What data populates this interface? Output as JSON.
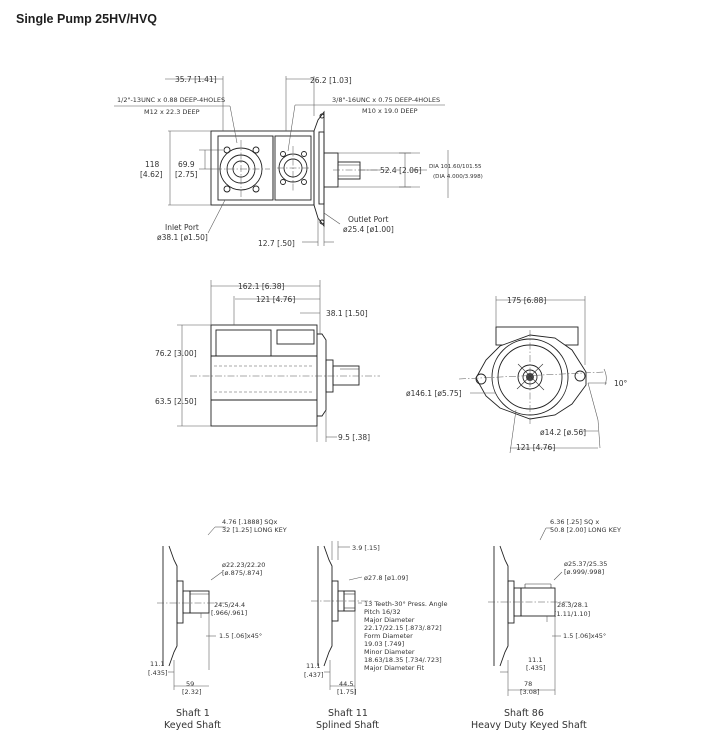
{
  "page": {
    "title": "Single Pump 25HV/HVQ"
  },
  "top_view": {
    "dim_left_top": "35.7 [1.41]",
    "dim_right_top": "26.2 [1.03]",
    "inlet_thread_1": "1/2\"-13UNC x 0.88 DEEP-4HOLES",
    "inlet_thread_2": "M12 x 22.3 DEEP",
    "outlet_thread_1": "3/8\"-16UNC x 0.75 DEEP-4HOLES",
    "outlet_thread_2": "M10 x 19.0 DEEP",
    "height_mm": "118",
    "height_in": "[4.62]",
    "center_mm": "69.9",
    "center_in": "[2.75]",
    "pilot_length": "52.4 [2.06]",
    "pilot_dia_1": "DIA 101.60/101.55",
    "pilot_dia_2": "(DIA 4.000/3.998)",
    "inlet_label": "Inlet Port",
    "inlet_dia": "ø38.1 [ø1.50]",
    "outlet_label": "Outlet Port",
    "outlet_dia": "ø25.4 [ø1.00]",
    "flange_thk": "12.7 [.50]"
  },
  "side_view": {
    "overall": "162.1 [6.38]",
    "mid": "121 [4.76]",
    "right": "38.1 [1.50]",
    "upper_h": "76.2 [3.00]",
    "lower_h": "63.5 [2.50]",
    "flange": "9.5 [.38]"
  },
  "front_view": {
    "width": "175 [6.88]",
    "bolt_circle": "ø146.1 [ø5.75]",
    "angle": "10°",
    "hole_dia": "ø14.2 [ø.56]",
    "half_width": "121 [4.76]"
  },
  "shafts": [
    {
      "name": "Shaft 1",
      "type": "Keyed Shaft",
      "key_1": "4.76 [.1888] SQx",
      "key_2": "32 [1.25] LONG KEY",
      "dia_1": "ø22.23/22.20",
      "dia_2": "[ø.875/.874]",
      "len_1": "24.5/24.4",
      "len_2": "[.966/.961]",
      "chamfer": "1.5 [.06]x45°",
      "left_mm": "11.1",
      "left_in": "[.435]",
      "total_mm": "59",
      "total_in": "[2.32]"
    },
    {
      "name": "Shaft 11",
      "type": "Splined Shaft",
      "top_dim": "3.9 [.15]",
      "dia": "ø27.8 [ø1.09]",
      "spline": [
        "13 Teeth-30° Press. Angle",
        "Pitch 16/32",
        "Major Diameter",
        "22.17/22.15 [.873/.872]",
        "Form Diameter",
        "19.03 [.749]",
        "Minor Diameter",
        "18.63/18.35 [.734/.723]",
        "Major Diameter Fit"
      ],
      "left_mm": "11.1",
      "left_in": "[.437]",
      "total_mm": "44.5",
      "total_in": "[1.75]"
    },
    {
      "name": "Shaft 86",
      "type": "Heavy Duty Keyed Shaft",
      "key_1": "6.36 [.25] SQ x",
      "key_2": "50.8 [2.00] LONG KEY",
      "dia_1": "ø25.37/25.35",
      "dia_2": "[ø.999/.998]",
      "len_1": "28.3/28.1",
      "len_2": "[1.11/1.10]",
      "chamfer": "1.5 [.06]x45°",
      "left_mm": "11.1",
      "left_in": "[.435]",
      "total_mm": "78",
      "total_in": "[3.08]"
    }
  ]
}
